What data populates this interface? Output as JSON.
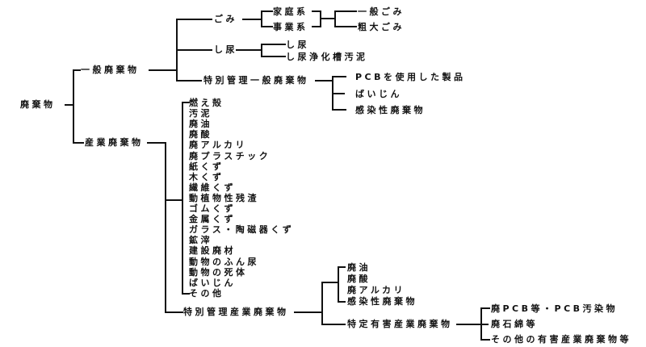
{
  "root_label": "廃棄物",
  "general": {
    "label": "一般廃棄物",
    "gomi_label": "ごみ",
    "gomi_sources": [
      "家庭系",
      "事業系"
    ],
    "gomi_types": [
      "一般ごみ",
      "粗大ごみ"
    ],
    "shinyo_label": "し尿",
    "shinyo_items": [
      "し尿",
      "し尿浄化槽汚泥"
    ],
    "special_label": "特別管理一般廃棄物",
    "special_items": [
      "PCBを使用した製品",
      "ばいじん",
      "感染性廃棄物"
    ]
  },
  "industrial": {
    "label": "産業廃棄物",
    "items": [
      "燃え殻",
      "汚泥",
      "廃油",
      "廃酸",
      "廃アルカリ",
      "廃プラスチック",
      "紙くず",
      "木くず",
      "繊維くず",
      "動植物性残渣",
      "ゴムくず",
      "金属くず",
      "ガラス・陶磁器くず",
      "鉱滓",
      "建設廃材",
      "動物のふん尿",
      "動物の死体",
      "ばいじん",
      "その他"
    ],
    "special_label": "特別管理産業廃棄物",
    "special_items": [
      "廃油",
      "廃酸",
      "廃アルカリ",
      "感染性廃棄物"
    ],
    "hazardous_label": "特定有害産業廃棄物",
    "hazardous_items": [
      "廃PCB等・PCB汚染物",
      "廃石綿等",
      "その他の有害産業廃棄物等"
    ]
  }
}
